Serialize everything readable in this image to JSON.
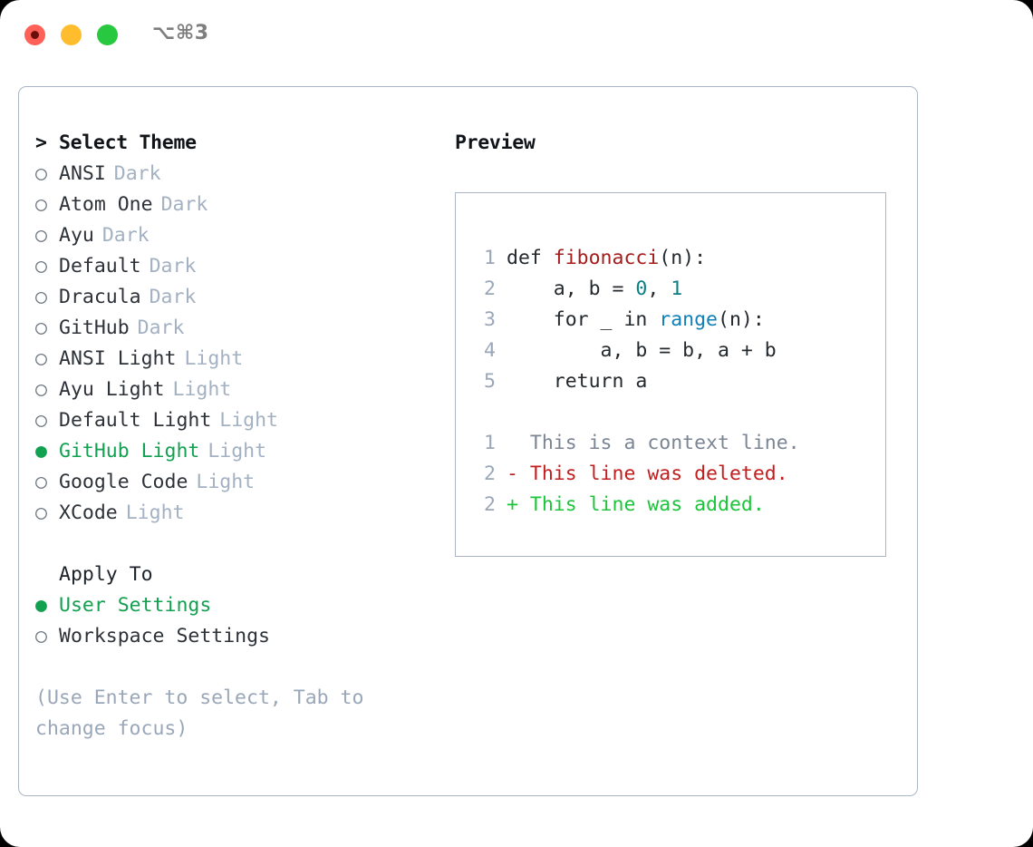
{
  "titlebar": {
    "shortcut": "⌥⌘3",
    "buttons": {
      "close": "close",
      "minimize": "minimize",
      "zoom": "zoom"
    }
  },
  "colors": {
    "accent_green": "#12a150",
    "muted": "#a3b1c2",
    "border": "#aab6c6",
    "text": "#2d3238",
    "diff_add": "#1bc53a",
    "diff_del": "#c31d1d",
    "traffic_red": "#ff6159",
    "traffic_yellow": "#ffbd2e",
    "traffic_green": "#28c840"
  },
  "theme_picker": {
    "header": "Select Theme",
    "header_marker": ">",
    "marker_off": "○",
    "marker_on": "●",
    "items": [
      {
        "name": "ANSI",
        "variant": "Dark",
        "selected": false
      },
      {
        "name": "Atom One",
        "variant": "Dark",
        "selected": false
      },
      {
        "name": "Ayu",
        "variant": "Dark",
        "selected": false
      },
      {
        "name": "Default",
        "variant": "Dark",
        "selected": false
      },
      {
        "name": "Dracula",
        "variant": "Dark",
        "selected": false
      },
      {
        "name": "GitHub",
        "variant": "Dark",
        "selected": false
      },
      {
        "name": "ANSI Light",
        "variant": "Light",
        "selected": false
      },
      {
        "name": "Ayu Light",
        "variant": "Light",
        "selected": false
      },
      {
        "name": "Default Light",
        "variant": "Light",
        "selected": false
      },
      {
        "name": "GitHub Light",
        "variant": "Light",
        "selected": true
      },
      {
        "name": "Google Code",
        "variant": "Light",
        "selected": false
      },
      {
        "name": "XCode",
        "variant": "Light",
        "selected": false
      }
    ]
  },
  "apply_to": {
    "header": "Apply To",
    "items": [
      {
        "name": "User Settings",
        "selected": true
      },
      {
        "name": "Workspace Settings",
        "selected": false
      }
    ]
  },
  "hint": {
    "line1": "(Use Enter to select, Tab to",
    "line2": "change focus)"
  },
  "preview": {
    "header": "Preview",
    "code_lines": [
      {
        "n": "1",
        "tokens": [
          {
            "t": "def ",
            "c": "plain"
          },
          {
            "t": "fibonacci",
            "c": "func"
          },
          {
            "t": "(n):",
            "c": "plain"
          }
        ]
      },
      {
        "n": "2",
        "tokens": [
          {
            "t": "    a, b = ",
            "c": "plain"
          },
          {
            "t": "0",
            "c": "num"
          },
          {
            "t": ", ",
            "c": "plain"
          },
          {
            "t": "1",
            "c": "num"
          }
        ]
      },
      {
        "n": "3",
        "tokens": [
          {
            "t": "    for _ in ",
            "c": "plain"
          },
          {
            "t": "range",
            "c": "builtin"
          },
          {
            "t": "(n):",
            "c": "plain"
          }
        ]
      },
      {
        "n": "4",
        "tokens": [
          {
            "t": "        a, b = b, a + b",
            "c": "plain"
          }
        ]
      },
      {
        "n": "5",
        "tokens": [
          {
            "t": "    return a",
            "c": "plain"
          }
        ]
      }
    ],
    "diff_lines": [
      {
        "n": "1",
        "sign": " ",
        "text": "This is a context line.",
        "kind": "context"
      },
      {
        "n": "2",
        "sign": "-",
        "text": "This line was deleted.",
        "kind": "del"
      },
      {
        "n": "2",
        "sign": "+",
        "text": "This line was added.",
        "kind": "add"
      }
    ]
  }
}
